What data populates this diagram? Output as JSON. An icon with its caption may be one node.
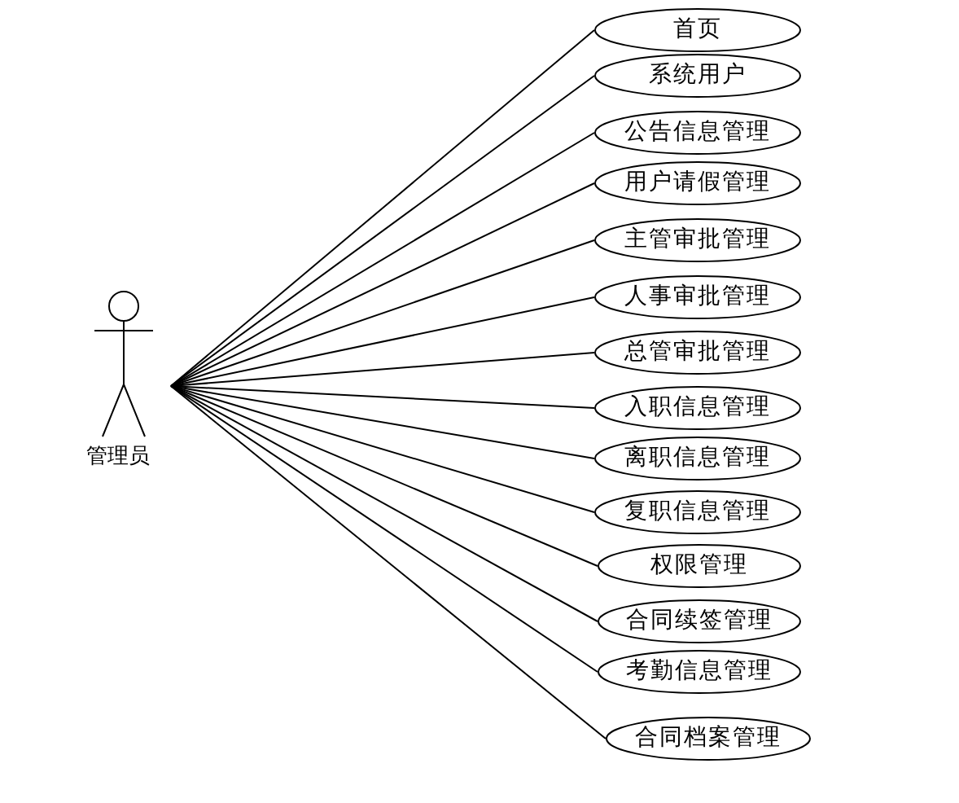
{
  "diagram": {
    "nodes": [
      {
        "text": [
          "管理员"
        ]
      },
      {
        "text": [
          "首页"
        ]
      },
      {
        "text": [
          "系统用户"
        ]
      },
      {
        "text": [
          "公告信息管理"
        ]
      },
      {
        "text": [
          "用户请假管理"
        ]
      },
      {
        "text": [
          "主管审批管理"
        ]
      },
      {
        "text": [
          "人事审批管理"
        ]
      },
      {
        "text": [
          "总管审批管理"
        ]
      },
      {
        "text": [
          "入职信息管理"
        ]
      },
      {
        "text": [
          "离职信息管理"
        ]
      },
      {
        "text": [
          "复职信息管理"
        ]
      },
      {
        "text": [
          "权限管理"
        ]
      },
      {
        "text": [
          "合同续签管理"
        ]
      },
      {
        "text": [
          "考勤信息管理"
        ]
      },
      {
        "text": [
          "合同档案管理"
        ]
      }
    ],
    "edges": [
      {
        "from": 0,
        "to": 1,
        "arrow": "none"
      },
      {
        "from": 0,
        "to": 2,
        "arrow": "none"
      },
      {
        "from": 0,
        "to": 3,
        "arrow": "none"
      },
      {
        "from": 0,
        "to": 4,
        "arrow": "none"
      },
      {
        "from": 0,
        "to": 5,
        "arrow": "none"
      },
      {
        "from": 0,
        "to": 6,
        "arrow": "none"
      },
      {
        "from": 0,
        "to": 7,
        "arrow": "none"
      },
      {
        "from": 0,
        "to": 8,
        "arrow": "none"
      },
      {
        "from": 0,
        "to": 9,
        "arrow": "none"
      },
      {
        "from": 0,
        "to": 10,
        "arrow": "none"
      },
      {
        "from": 0,
        "to": 11,
        "arrow": "none"
      },
      {
        "from": 0,
        "to": 12,
        "arrow": "none"
      },
      {
        "from": 0,
        "to": 13,
        "arrow": "none"
      },
      {
        "from": 0,
        "to": 14,
        "arrow": "none"
      }
    ]
  }
}
